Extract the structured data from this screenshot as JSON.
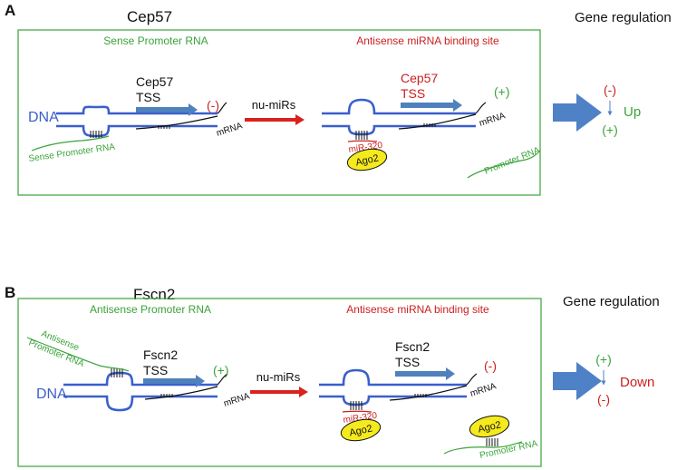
{
  "colors": {
    "dna": "#3a5fcd",
    "tss_arrow": "#4f81bd",
    "green": "#3aa33a",
    "red": "#cc1f1f",
    "black": "#111111",
    "ago": "#f5ea1e",
    "red_arrow": "#d9221e",
    "big_arrow": "#4f81c7"
  },
  "panel_a": {
    "letter": "A",
    "gene": "Cep57",
    "left_caption": "Sense Promoter RNA",
    "right_caption": "Antisense miRNA binding site",
    "dna_label": "DNA",
    "left_tss_gene": "Cep57",
    "left_tss": "TSS",
    "left_sign": "(-)",
    "left_mrna": "mRNA",
    "promoter_label_left": "Sense Promoter RNA",
    "nu_mirs": "nu-miRs",
    "right_tss_gene": "Cep57",
    "right_tss": "TSS",
    "right_sign": "(+)",
    "right_mrna": "mRNA",
    "mir": "miR-320",
    "ago": "Ago2",
    "promoter_label_right": "Promoter RNA",
    "regulation_title": "Gene regulation",
    "reg_from": "(-)",
    "reg_to": "(+)",
    "reg_word": "Up"
  },
  "panel_b": {
    "letter": "B",
    "gene": "Fscn2",
    "left_caption": "Antisense Promoter RNA",
    "right_caption": "Antisense miRNA binding site",
    "dna_label": "DNA",
    "promoter_label_left_1": "Antisense",
    "promoter_label_left_2": "Promoter RNA",
    "left_tss_gene": "Fscn2",
    "left_tss": "TSS",
    "left_sign": "(+)",
    "left_mrna": "mRNA",
    "nu_mirs": "nu-miRs",
    "right_tss_gene": "Fscn2",
    "right_tss": "TSS",
    "right_sign": "(-)",
    "right_mrna": "mRNA",
    "mir": "miR-320",
    "ago_left": "Ago2",
    "ago_right": "Ago2",
    "promoter_label_right": "Promoter RNA",
    "regulation_title": "Gene regulation",
    "reg_from": "(+)",
    "reg_to": "(-)",
    "reg_word": "Down"
  }
}
